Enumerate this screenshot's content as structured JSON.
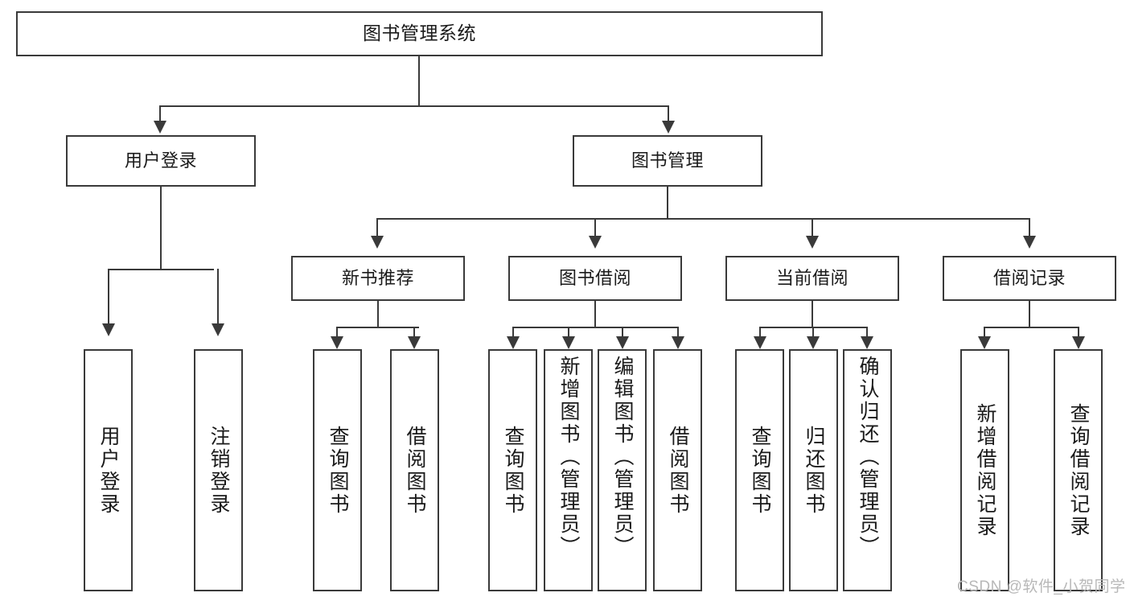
{
  "diagram": {
    "title": "图书管理系统",
    "type": "tree-hierarchy",
    "root": {
      "label": "图书管理系统"
    },
    "level1": [
      {
        "label": "用户登录"
      },
      {
        "label": "图书管理"
      }
    ],
    "level2": [
      {
        "label": "新书推荐"
      },
      {
        "label": "图书借阅"
      },
      {
        "label": "当前借阅"
      },
      {
        "label": "借阅记录"
      }
    ],
    "leaves": {
      "user_login": [
        {
          "label": "用户登录"
        },
        {
          "label": "注销登录"
        }
      ],
      "new_book_recommend": [
        {
          "label": "查询图书"
        },
        {
          "label": "借阅图书"
        }
      ],
      "book_borrow": [
        {
          "label": "查询图书"
        },
        {
          "label": "新增图书（管理员）"
        },
        {
          "label": "编辑图书（管理员）"
        },
        {
          "label": "借阅图书"
        }
      ],
      "current_borrow": [
        {
          "label": "查询图书"
        },
        {
          "label": "归还图书"
        },
        {
          "label": "确认归还（管理员）"
        }
      ],
      "borrow_record": [
        {
          "label": "新增借阅记录"
        },
        {
          "label": "查询借阅记录"
        }
      ]
    }
  },
  "watermark": {
    "text": "CSDN @软件_小贺同学"
  },
  "colors": {
    "stroke": "#3a3a3a",
    "text": "#1a1a1a",
    "background": "#ffffff",
    "watermark": "#b8b8b8"
  }
}
